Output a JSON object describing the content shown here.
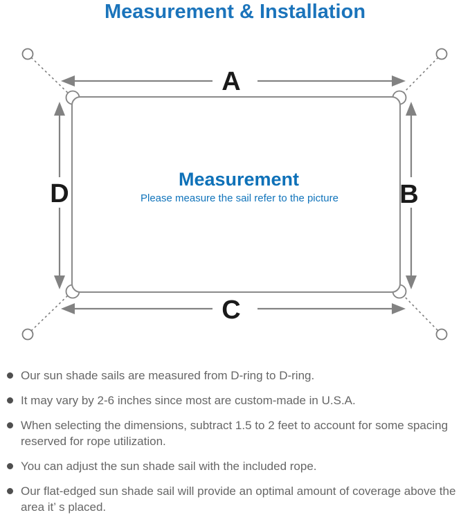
{
  "page": {
    "title": "Measurement & Installation"
  },
  "diagram": {
    "labels": {
      "a": "A",
      "b": "B",
      "c": "C",
      "d": "D"
    },
    "center_heading": "Measurement",
    "center_subtitle": "Please measure the sail refer to the picture",
    "icons": {
      "anchor_point": "ring-circle",
      "corner": "d-ring",
      "rope": "dashed-line",
      "dimension": "double-arrow"
    }
  },
  "bullets": {
    "items": [
      {
        "text": "Our sun shade sails are measured from D-ring to D-ring."
      },
      {
        "text": "It may vary by 2-6 inches since most are custom-made in U.S.A."
      },
      {
        "text": "When selecting the dimensions, subtract 1.5 to 2 feet to account for some spacing reserved for rope utilization."
      },
      {
        "text": "You can adjust the sun shade sail with the included rope."
      },
      {
        "text": "Our flat-edged sun shade sail will provide an optimal amount of coverage above the area it’ s placed."
      }
    ]
  },
  "colors": {
    "accent_blue": "#1b74bb",
    "heading_blue": "#0e71b8",
    "diagram_gray": "#828282",
    "label_black": "#1a1a1a",
    "body_text_gray": "#666666"
  }
}
